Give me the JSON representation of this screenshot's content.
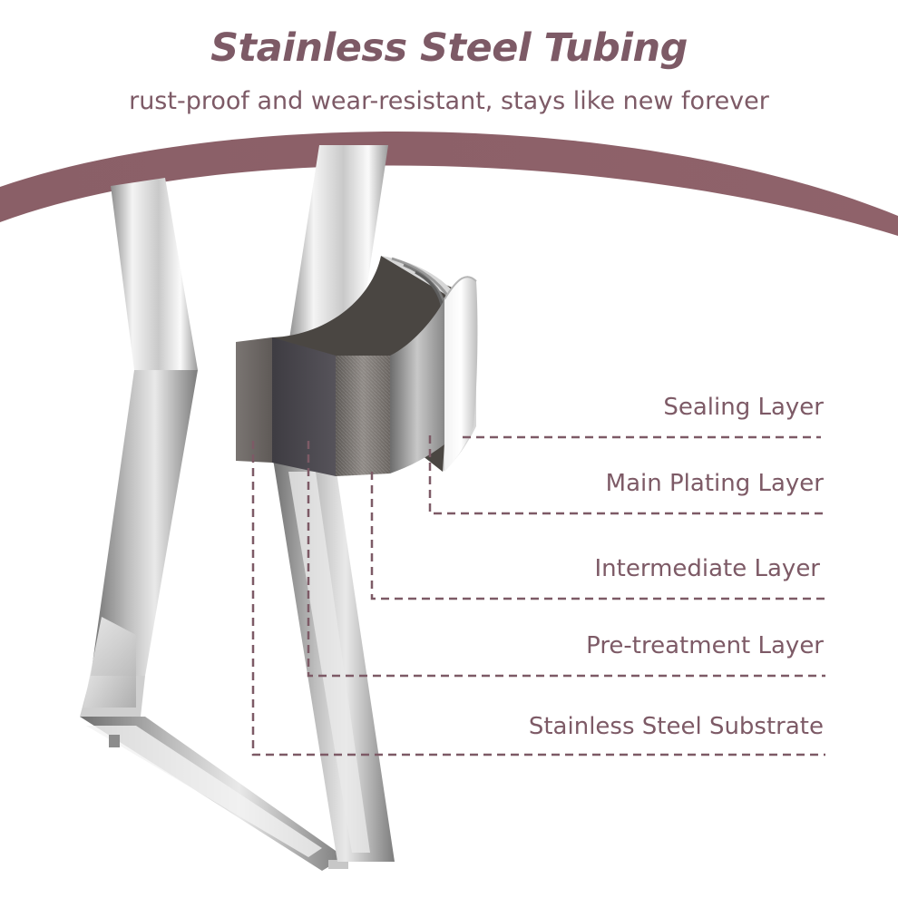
{
  "header": {
    "title": "Stainless Steel Tubing",
    "subtitle": "rust-proof and wear-resistant, stays like new forever"
  },
  "layers": [
    {
      "label": "Sealing Layer"
    },
    {
      "label": "Main Plating Layer"
    },
    {
      "label": "Intermediate Layer"
    },
    {
      "label": "Pre-treatment Layer"
    },
    {
      "label": "Stainless Steel Substrate"
    }
  ],
  "colors": {
    "accent": "#7d5a66",
    "band": "#8a5f67"
  }
}
